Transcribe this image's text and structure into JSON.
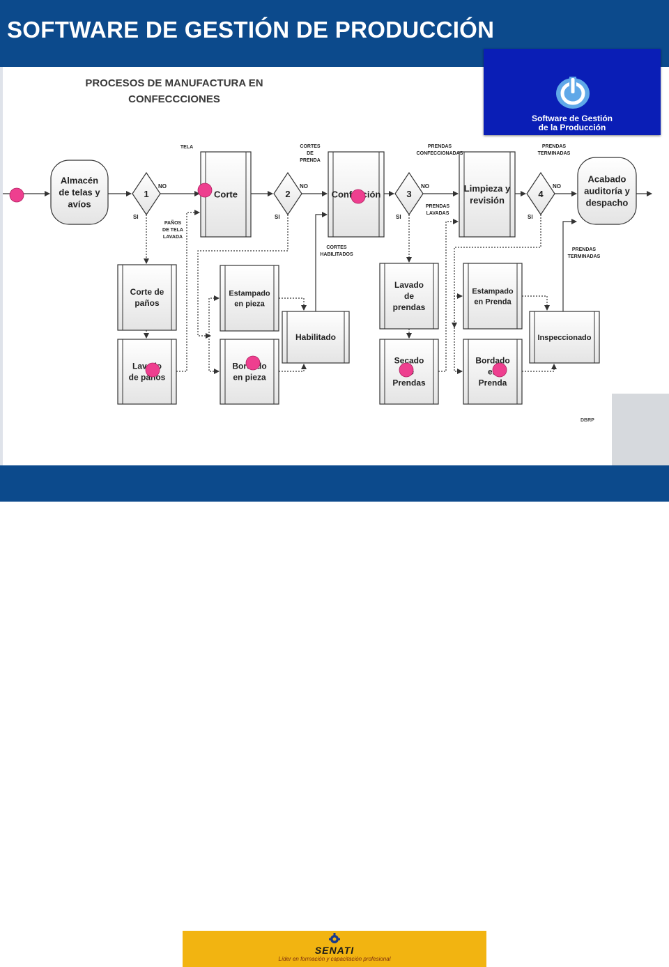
{
  "header": {
    "title": "SOFTWARE DE GESTIÓN DE PRODUCCIÓN"
  },
  "logo_panel": {
    "line1": "Software de Gestión",
    "line2": "de la Producción",
    "icon": "power-icon"
  },
  "diagram": {
    "title_line1": "PROCESOS DE MANUFACTURA EN",
    "title_line2": "CONFECCCIONES",
    "nodes": {
      "almacen": [
        "Almacén",
        "de telas y",
        "avíos"
      ],
      "corte": [
        "Corte"
      ],
      "confeccion": [
        "Confección"
      ],
      "limpieza": [
        "Limpieza y",
        "revisión"
      ],
      "acabado": [
        "Acabado",
        "auditoría y",
        "despacho"
      ],
      "corte_panos": [
        "Corte de",
        "paños"
      ],
      "lavado_panos": [
        "Lavado",
        "de paños"
      ],
      "estampado_pieza": [
        "Estampado",
        "en pieza"
      ],
      "bordado_pieza": [
        "Bordado",
        "en pieza"
      ],
      "habilitado": [
        "Habilitado"
      ],
      "lavado_prendas": [
        "Lavado",
        "de",
        "prendas"
      ],
      "secado_prendas": [
        "Secado",
        "de",
        "Prendas"
      ],
      "estampado_prenda": [
        "Estampado",
        "en Prenda"
      ],
      "bordado_prenda": [
        "Bordado",
        "en",
        "Prenda"
      ],
      "inspeccionado": [
        "Inspeccionado"
      ]
    },
    "decisions": [
      "1",
      "2",
      "3",
      "4"
    ],
    "branch_labels": {
      "yes": "SI",
      "no": "NO"
    },
    "annotations": {
      "tela": [
        "TELA"
      ],
      "cortes_prenda": [
        "CORTES",
        "DE",
        "PRENDA"
      ],
      "prendas_confeccionadas": [
        "PRENDAS",
        "CONFECCIONADAS"
      ],
      "prendas_terminadas_top": [
        "PRENDAS",
        "TERMINADAS"
      ],
      "panos_lavada": [
        "PAÑOS",
        "DE TELA",
        "LAVADA"
      ],
      "cortes_habilitados": [
        "CORTES",
        "HABILITADOS"
      ],
      "prendas_lavadas": [
        "PRENDAS",
        "LAVADAS"
      ],
      "prendas_terminadas_bottom": [
        "PRENDAS",
        "TERMINADAS"
      ]
    },
    "author": "DBRP",
    "marker_color": "#ee3f8f"
  },
  "footer": {
    "brand": "SENATI",
    "tagline": "Líder en formación y capacitación profesional"
  }
}
